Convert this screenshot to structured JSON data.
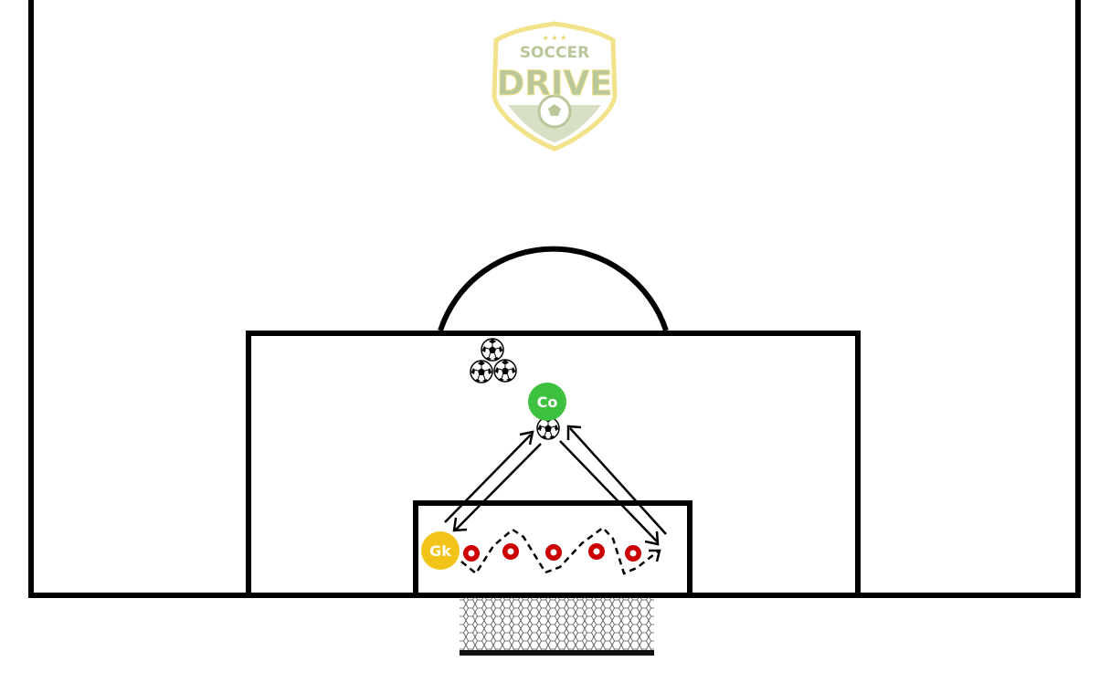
{
  "logo": {
    "top_text": "SOCCER",
    "main_text": "DRIVE",
    "stars": "★ ★ ★",
    "colors": {
      "border": "#f2e28a",
      "fill": "#ffffff",
      "text": "#b9c79a"
    }
  },
  "players": {
    "goalkeeper": {
      "label": "Gk",
      "color": "#f2c41a"
    },
    "coach": {
      "label": "Co",
      "color": "#3ec13e"
    }
  },
  "cone_color": "#cc0000",
  "cone_count": 5,
  "ball_count": 4,
  "line_color": "#000000",
  "pitch_color": "#ffffff"
}
